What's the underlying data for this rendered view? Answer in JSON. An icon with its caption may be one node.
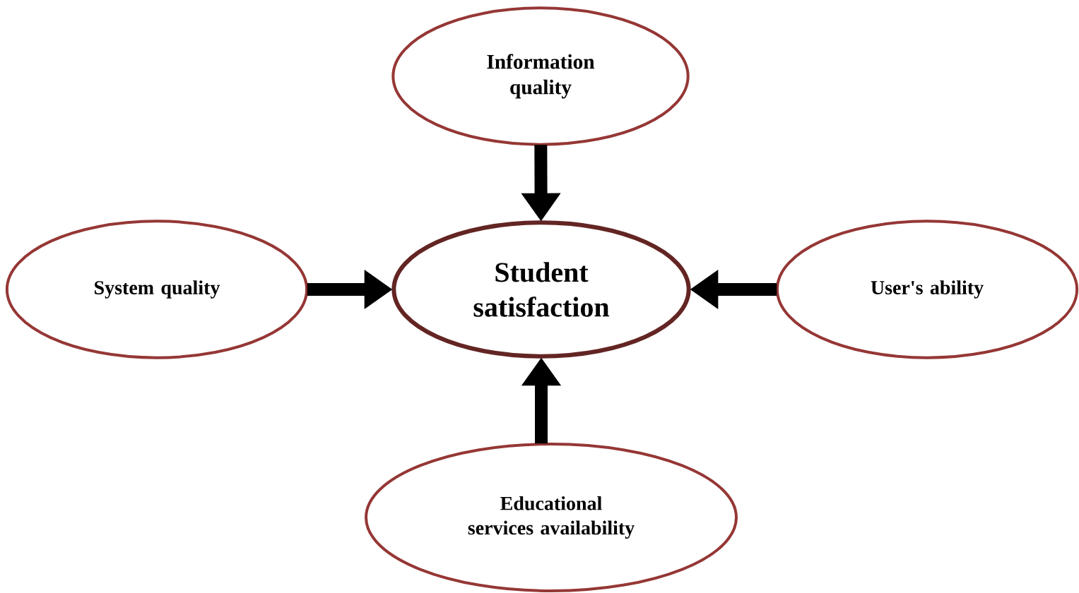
{
  "diagram": {
    "nodes": [
      {
        "text": [
          "Information quality"
        ]
      },
      {
        "text": [
          "System quality"
        ]
      },
      {
        "text": [
          "Student satisfaction"
        ]
      },
      {
        "text": [
          "User's ability"
        ]
      },
      {
        "text": [
          "Educational services availability"
        ]
      }
    ],
    "edges": [
      {
        "from": 0,
        "to": 2,
        "arrow": "to"
      },
      {
        "from": 1,
        "to": 2,
        "arrow": "to"
      },
      {
        "from": 3,
        "to": 2,
        "arrow": "to"
      },
      {
        "from": 4,
        "to": 2,
        "arrow": "to"
      }
    ]
  }
}
